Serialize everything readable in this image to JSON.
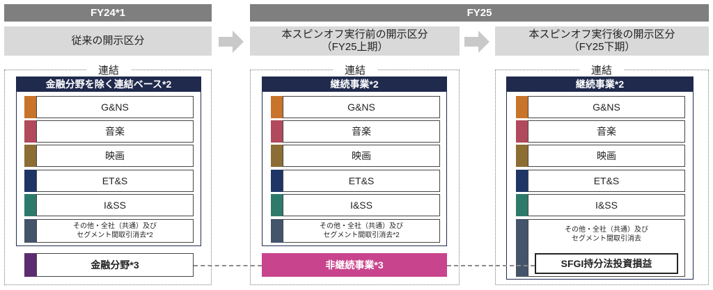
{
  "fiscal_years": {
    "fy24": "FY24*1",
    "fy25": "FY25"
  },
  "headers": {
    "col1": {
      "line1": "従来の開示区分",
      "line2": ""
    },
    "col2": {
      "line1": "本スピンオフ実行前の開示区分",
      "line2": "（FY25上期）"
    },
    "col3": {
      "line1": "本スピンオフ実行後の開示区分",
      "line2": "（FY25下期）"
    }
  },
  "group_label": "連結",
  "columns": [
    {
      "band": "金融分野を除く連結ベース*2",
      "segments": [
        "G&NS",
        "音楽",
        "映画",
        "ET&S",
        "I&SS"
      ],
      "other_line1": "その他・全社（共通）及び",
      "other_line2": "セグメント間取引消去*2",
      "bottom": "金融分野*3"
    },
    {
      "band": "継続事業*2",
      "segments": [
        "G&NS",
        "音楽",
        "映画",
        "ET&S",
        "I&SS"
      ],
      "other_line1": "その他・全社（共通）及び",
      "other_line2": "セグメント間取引消去*2",
      "bottom": "非継続事業*3"
    },
    {
      "band": "継続事業*2",
      "segments": [
        "G&NS",
        "音楽",
        "映画",
        "ET&S",
        "I&SS"
      ],
      "other_line1": "その他・全社（共通）及び",
      "other_line2": "セグメント間取引消去",
      "bottom": "SFGI持分法投資損益"
    }
  ],
  "colors": {
    "gns": "#c8742a",
    "music": "#b04a5c",
    "pictures": "#8c6d34",
    "ets": "#1f3566",
    "iss": "#2e7a6a",
    "other": "#44546a",
    "financial": "#5b2c6f",
    "discontinued": "#c8448c",
    "band": "#1f2a4d",
    "fy_bar": "#7f7f7f",
    "header_bg": "#d9d9d9"
  }
}
